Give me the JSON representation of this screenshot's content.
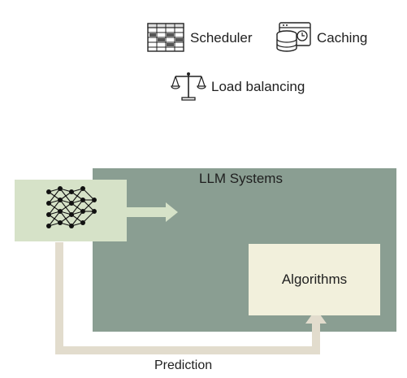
{
  "legend": {
    "scheduler": {
      "label": "Scheduler",
      "icon": "scheduler-icon"
    },
    "caching": {
      "label": "Caching",
      "icon": "database-icon"
    },
    "load_balancing": {
      "label": "Load balancing",
      "icon": "balance-scale-icon"
    }
  },
  "diagram": {
    "systems_title": "LLM Systems",
    "model_icon": "neural-network-icon",
    "algorithms_label": "Algorithms",
    "prediction_label": "Prediction"
  },
  "colors": {
    "systems_panel": "#8a9e92",
    "model_box": "#d6e2c8",
    "algorithms_box": "#f2f0dc",
    "flow_arrow": "#e2dccd"
  }
}
